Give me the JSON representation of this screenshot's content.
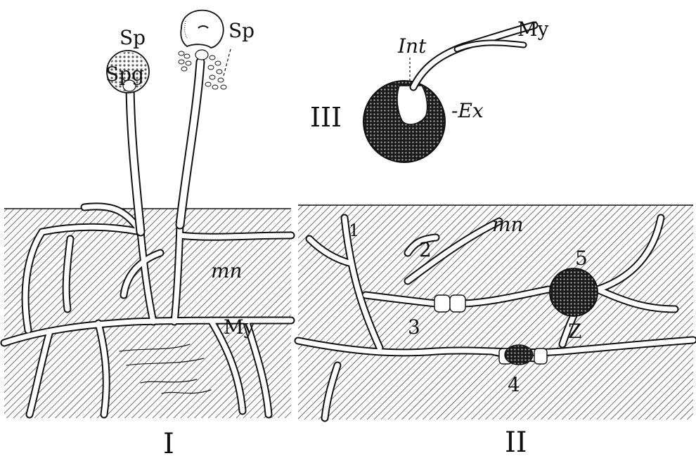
{
  "labels": {
    "spg": "Spg",
    "sp_left": "Sp",
    "sp_right": "Sp",
    "my_left": "My",
    "mn_left": "mn",
    "mn_right": "mn",
    "int": "Int",
    "my_top": "My",
    "ex": "-Ex",
    "num1": "1",
    "num2": "2",
    "num3": "3",
    "num4": "4",
    "num5": "5",
    "z": "Z",
    "panel_I": "I",
    "panel_II": "II",
    "panel_III": "III"
  },
  "colors": {
    "ink": "#111111",
    "paper": "#ffffff"
  }
}
